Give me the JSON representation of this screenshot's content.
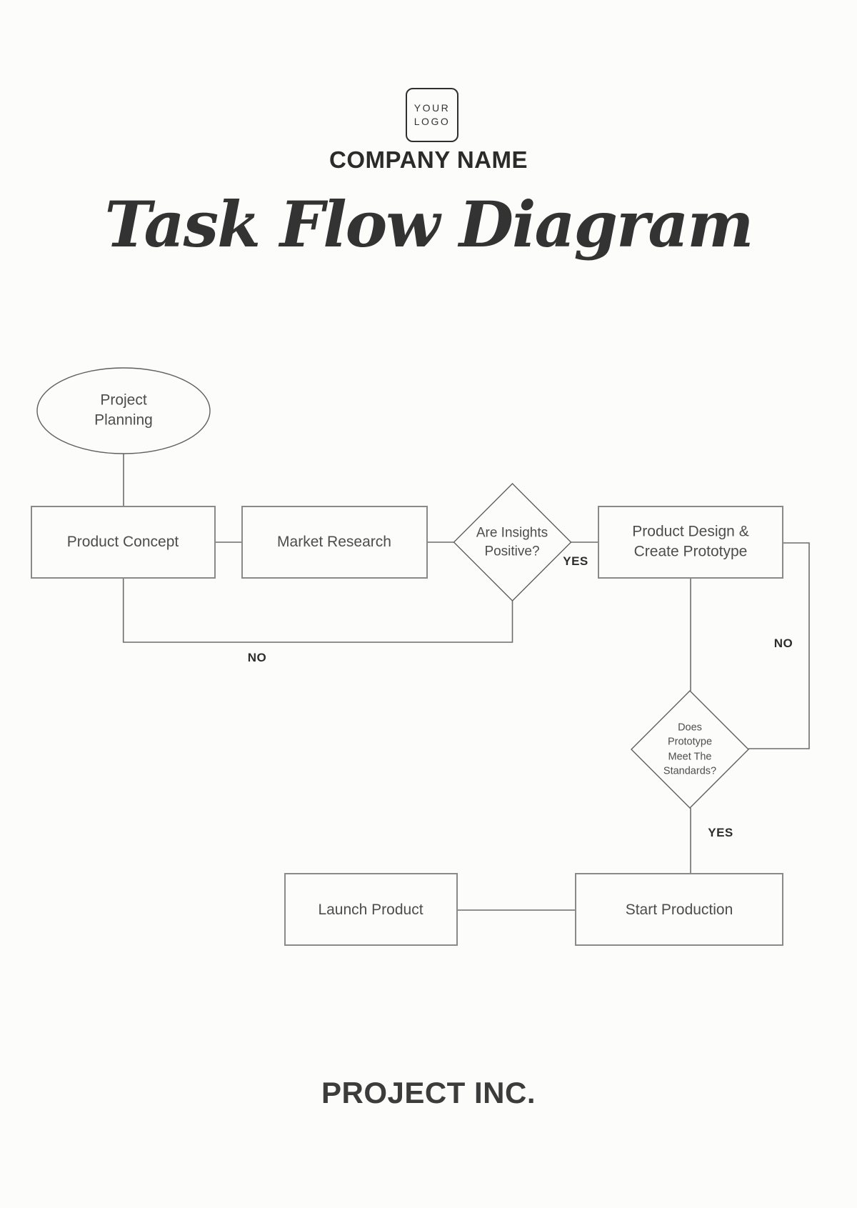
{
  "header": {
    "logo": {
      "line1": "YOUR",
      "line2": "LOGO"
    },
    "company_name": "COMPANY NAME",
    "title": "Task Flow Diagram"
  },
  "flowchart": {
    "nodes": {
      "project_planning": "Project Planning",
      "product_concept": "Product Concept",
      "market_research": "Market Research",
      "insights_decision": "Are Insights Positive?",
      "product_design": "Product Design & Create Prototype",
      "standards_decision": "Does Prototype Meet The Standards?",
      "start_production": "Start Production",
      "launch_product": "Launch Product"
    },
    "edge_labels": {
      "insights_yes": "YES",
      "insights_no": "NO",
      "standards_no": "NO",
      "standards_yes": "YES"
    }
  },
  "footer": {
    "company_name": "PROJECT INC."
  }
}
